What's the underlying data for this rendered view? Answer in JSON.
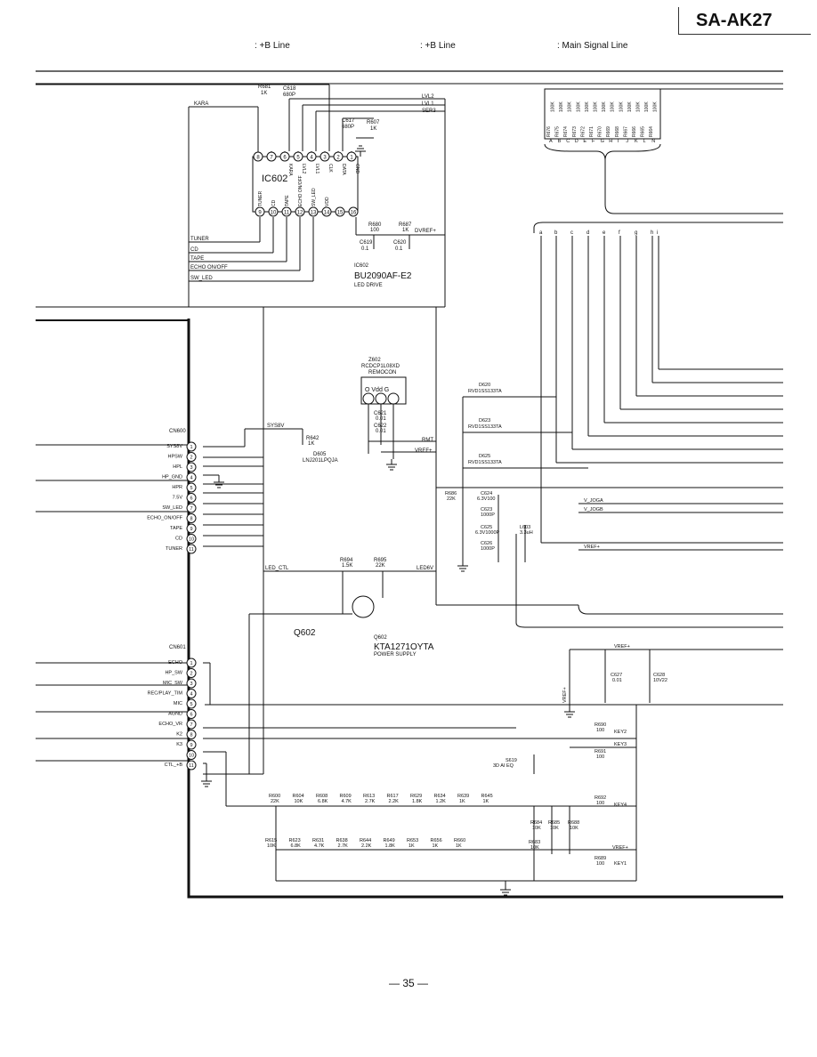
{
  "header": {
    "model": "SA-AK27"
  },
  "legend": {
    "plus_b_line_1": ": +B Line",
    "plus_b_line_2": ": +B Line",
    "main_signal_line": ": Main Signal Line"
  },
  "ic602": {
    "ref": "IC602",
    "caption_ref": "IC602",
    "caption_part": "BU2090AF-E2",
    "caption_desc": "LED DRIVE",
    "top_pins": [
      "8",
      "7",
      "6",
      "5",
      "4",
      "3",
      "2",
      "1"
    ],
    "top_labels": [
      "KARA",
      "LVL2",
      "LVL1",
      "CLK",
      "DATA",
      "GND"
    ],
    "bottom_pins": [
      "9",
      "10",
      "11",
      "12",
      "13",
      "14",
      "15",
      "16"
    ],
    "bottom_labels": [
      "TUNER",
      "CD",
      "TAPE",
      "ECHO ON/OFF",
      "SW_LED",
      "VDD"
    ]
  },
  "top_nets": {
    "kara": "KARA",
    "lvl2": "LVL2",
    "lvl1": "LVL1",
    "ser3": "SER3",
    "tuner": "TUNER",
    "cd": "CD",
    "tape": "TAPE",
    "echo": "ECHO ON/OFF",
    "swled": "SW_LED"
  },
  "parts_top": {
    "r681": "R681",
    "r681v": "1K",
    "c618": "C618",
    "c618v": "680P",
    "c617": "C617",
    "c617v": "680P",
    "r607": "R607",
    "r607v": "1K",
    "r680": "R680",
    "r680v": "100",
    "r687": "R687",
    "r687v": "1K",
    "dvref": "DVREF+",
    "c619": "C619",
    "c619v": "0.1",
    "c620": "C620",
    "c620v": "0.1"
  },
  "resistor_array": {
    "refs": [
      "R676",
      "R675",
      "R674",
      "R673",
      "R672",
      "R671",
      "R670",
      "R669",
      "R668",
      "R667",
      "R666",
      "R665",
      "R664"
    ],
    "values": [
      "100K",
      "100K",
      "100K",
      "100K",
      "100K",
      "100K",
      "100K",
      "100K",
      "100K",
      "100K",
      "100K",
      "100K",
      "100K"
    ],
    "letters": [
      "A",
      "B",
      "C",
      "D",
      "E",
      "F",
      "G",
      "H",
      "I",
      "J",
      "K",
      "L",
      "N"
    ]
  },
  "bus_letters": [
    "a",
    "b",
    "c",
    "d",
    "e",
    "f",
    "g",
    "h",
    "i"
  ],
  "remocon": {
    "ref": "Z602",
    "part": "RCDCP1L08XD",
    "name": "REMOCON",
    "pins": "O Vdd G",
    "c621": "C621",
    "c621v": "0.01",
    "c622": "C622",
    "c622v": "0.01",
    "rmt": "RMT",
    "vref": "VREF+"
  },
  "cn600": {
    "title": "CN600",
    "labels": [
      "SYS8V",
      "HPSW",
      "HPL",
      "HP_GND",
      "HPR",
      "7.5V",
      "SW_LED",
      "ECHO_ON/OFF",
      "TAPE",
      "CD",
      "TUNER"
    ],
    "pins": [
      "1",
      "2",
      "3",
      "4",
      "5",
      "6",
      "7",
      "8",
      "9",
      "10",
      "11"
    ]
  },
  "sys8v": {
    "net": "SYS8V",
    "r642": "R642",
    "r642v": "1K",
    "d605": "D605",
    "d605p": "LNJ201LPQJA"
  },
  "diodes": [
    {
      "ref": "D620",
      "part": "RVD1SS133TA"
    },
    {
      "ref": "D623",
      "part": "RVD1SS133TA"
    },
    {
      "ref": "D625",
      "part": "RVD1SS133TA"
    }
  ],
  "caps_mid": {
    "r686": "R686",
    "r686v": "22K",
    "c624": "C624",
    "c624v": "6.3V100",
    "c623": "C623",
    "c623v": "1000P",
    "c625": "C625",
    "c625v": "6.3V1000P",
    "l603": "L603",
    "l603v": "3.3uH",
    "c626": "C626",
    "c626v": "1000P"
  },
  "nets_right": {
    "jog_a": "V_JOGA",
    "jog_b": "V_JOGB",
    "vref1": "VREF+",
    "vref2": "VREF+",
    "vref3": "VREF+"
  },
  "q602": {
    "led_ctl": "LED_CTL",
    "led6v": "LED6V",
    "r694": "R694",
    "r694v": "1.5K",
    "r695": "R695",
    "r695v": "22K",
    "big": "Q602",
    "ref": "Q602",
    "part": "KTA1271OYTA",
    "desc": "POWER SUPPLY"
  },
  "c627": {
    "ref": "C627",
    "val": "0.01",
    "ref2": "C628",
    "val2": "10V22"
  },
  "cn601": {
    "title": "CN601",
    "labels": [
      "ECHO",
      "HP_SW",
      "MIC_SW",
      "REC/PLAY_TIM",
      "MIC",
      "AGND",
      "ECHO_VR",
      "K2",
      "K3",
      "",
      "CTL_+B"
    ],
    "pins": [
      "1",
      "2",
      "3",
      "4",
      "5",
      "6",
      "7",
      "8",
      "9",
      "10",
      "11"
    ]
  },
  "keys": {
    "r690": "R690",
    "r690v": "100",
    "key2": "KEY2",
    "key3": "KEY3",
    "r691": "R691",
    "r691v": "100",
    "s619": "S619",
    "s619v": "3D AI EQ",
    "r692": "R692",
    "r692v": "100",
    "key4": "KEY4",
    "r684": "R684",
    "r684v": "10K",
    "r685": "R685",
    "r685v": "10K",
    "r688": "R688",
    "r688v": "10K",
    "r683": "R683",
    "r683v": "10K",
    "vref": "VREF+",
    "r689": "R689",
    "r689v": "100",
    "key1": "KEY1"
  },
  "row1": [
    {
      "ref": "R600",
      "val": "22K"
    },
    {
      "ref": "R604",
      "val": "10K"
    },
    {
      "ref": "R608",
      "val": "6.8K"
    },
    {
      "ref": "R609",
      "val": "4.7K"
    },
    {
      "ref": "R613",
      "val": "2.7K"
    },
    {
      "ref": "R617",
      "val": "2.2K"
    },
    {
      "ref": "R629",
      "val": "1.8K"
    },
    {
      "ref": "R634",
      "val": "1.2K"
    },
    {
      "ref": "R639",
      "val": "1K"
    },
    {
      "ref": "R645",
      "val": "1K"
    }
  ],
  "row2": [
    {
      "ref": "R615",
      "val": "10K"
    },
    {
      "ref": "R623",
      "val": "6.8K"
    },
    {
      "ref": "R631",
      "val": "4.7K"
    },
    {
      "ref": "R638",
      "val": "2.7K"
    },
    {
      "ref": "R644",
      "val": "2.2K"
    },
    {
      "ref": "R649",
      "val": "1.8K"
    },
    {
      "ref": "R653",
      "val": "1K"
    },
    {
      "ref": "R656",
      "val": "1K"
    },
    {
      "ref": "R660",
      "val": "1K"
    }
  ],
  "page_number": "— 35 —"
}
